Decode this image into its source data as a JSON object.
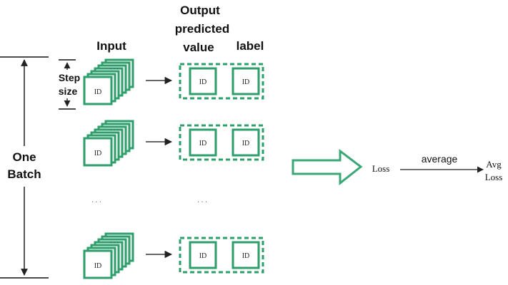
{
  "labels": {
    "one_batch": [
      "One",
      "Batch"
    ],
    "step_size": [
      "Step",
      "size"
    ],
    "input": "Input",
    "output_header": [
      "Output",
      "predicted",
      "value"
    ],
    "label_header": "label",
    "id": "ID",
    "dots": "...",
    "loss": "Loss",
    "average": "average",
    "avg_loss": [
      "Avg",
      "Loss"
    ]
  },
  "colors": {
    "green": "#2e9e6b",
    "green_light": "#a9dcc3",
    "ink": "#111111",
    "arrow": "#333333"
  },
  "rows": [
    {
      "name": "row-1"
    },
    {
      "name": "row-2"
    },
    {
      "name": "row-3"
    }
  ]
}
